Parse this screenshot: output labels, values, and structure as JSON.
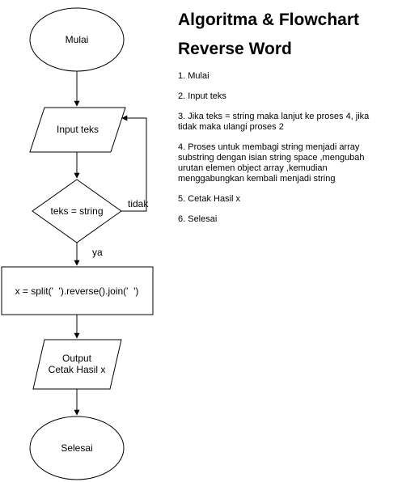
{
  "flowchart": {
    "start": "Mulai",
    "input": "Input teks",
    "decision": "teks = string",
    "no_label": "tidak",
    "yes_label": "ya",
    "process": "x = split('  ').reverse().join('  ')",
    "output_line1": "Output",
    "output_line2": "Cetak Hasil x",
    "end": "Selesai"
  },
  "panel": {
    "title_line1": "Algoritma & Flowchart",
    "title_line2": "Reverse Word",
    "steps": [
      "1. Mulai",
      "2. Input teks",
      "3. Jika teks = string maka lanjut ke proses 4, jika\ntidak maka ulangi proses 2",
      "4. Proses  untuk membagi string menjadi array\nsubstring dengan isian string space ,mengubah\nurutan elemen object array ,kemudian\nmenggabungkan kembali menjadi string",
      "5. Cetak Hasil x",
      "6. Selesai"
    ]
  }
}
